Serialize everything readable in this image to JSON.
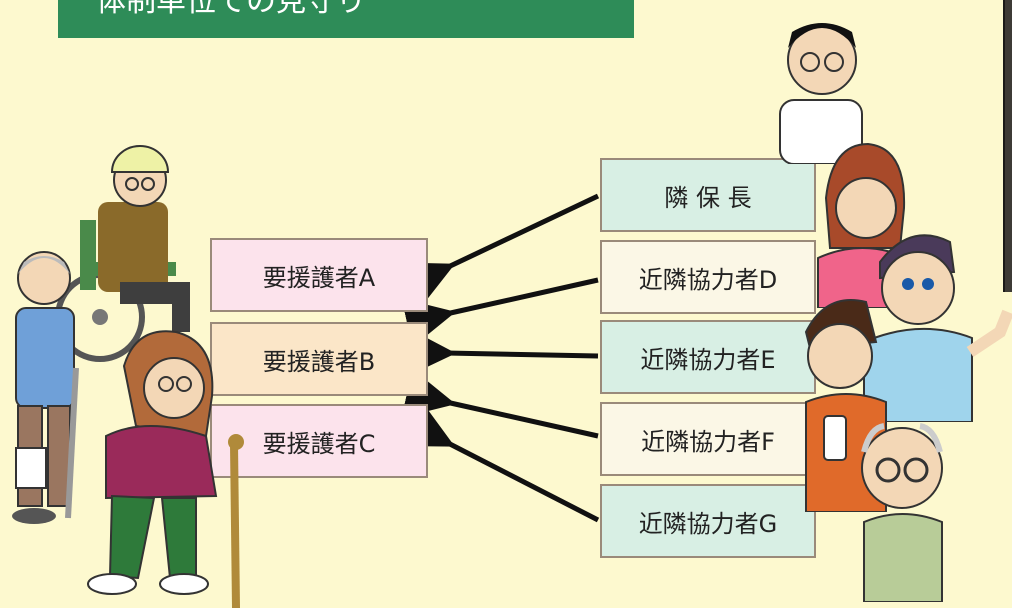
{
  "banner": {
    "title": "体制単位での見守り"
  },
  "recipients": [
    {
      "label": "要援護者A"
    },
    {
      "label": "要援護者B"
    },
    {
      "label": "要援護者C"
    }
  ],
  "helpers": [
    {
      "label": "隣 保 長"
    },
    {
      "label": "近隣協力者D"
    },
    {
      "label": "近隣協力者E"
    },
    {
      "label": "近隣協力者F"
    },
    {
      "label": "近隣協力者G"
    }
  ],
  "colors": {
    "background": "#fdf9cf",
    "banner": "#2e8c58",
    "recipient_box": "#fce3ec",
    "recipient_box_highlight": "#fbe6c8",
    "helper_box_leader": "#d8efe4",
    "helper_box": "#fbf7e6"
  },
  "icons": [
    "elderly-wheelchair-icon",
    "elderly-crutch-icon",
    "elderly-cane-icon",
    "man-glasses-icon",
    "woman-icon",
    "man-waving-icon",
    "person-phone-icon",
    "old-man-glasses-icon"
  ]
}
